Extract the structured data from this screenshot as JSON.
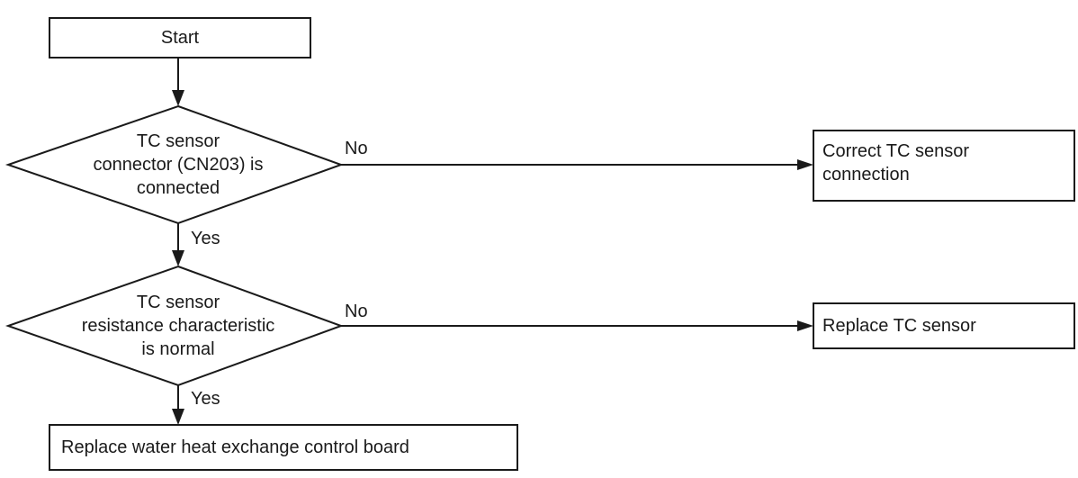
{
  "nodes": {
    "start": {
      "label": "Start"
    },
    "decision1": {
      "lines": [
        "TC sensor",
        "connector (CN203) is",
        "connected"
      ]
    },
    "decision2": {
      "lines": [
        "TC sensor",
        "resistance characteristic",
        "is normal"
      ]
    },
    "fix1": {
      "lines": [
        "Correct TC sensor",
        "connection"
      ]
    },
    "fix2": {
      "label": "Replace TC sensor"
    },
    "end": {
      "label": "Replace water heat exchange control board"
    }
  },
  "edges": {
    "d1_no": "No",
    "d1_yes": "Yes",
    "d2_no": "No",
    "d2_yes": "Yes"
  },
  "colors": {
    "stroke": "#1a1a1a",
    "background": "#ffffff"
  }
}
